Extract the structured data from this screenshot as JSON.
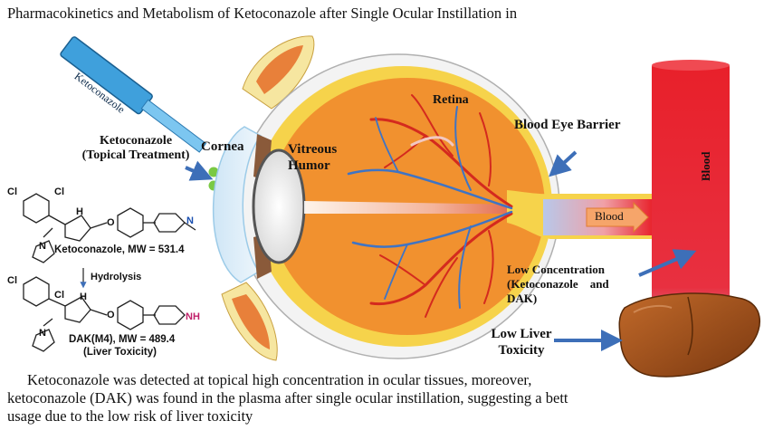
{
  "title": "Pharmacokinetics and Metabolism of Ketoconazole after Single Ocular Instillation in",
  "dropper": {
    "label": "Ketoconazole"
  },
  "labels": {
    "treatment_line1": "Ketoconazole",
    "treatment_line2": "(Topical Treatment)",
    "cornea": "Cornea",
    "vitreous_line1": "Vitreous",
    "vitreous_line2": "Humor",
    "retina": "Retina",
    "blood_eye_barrier": "Blood Eye Barrier",
    "blood_vessel_horizontal": "Blood",
    "blood_vessel_vertical": "Blood",
    "low_conc_line1": "Low Concentration",
    "low_conc_line2": "(Ketoconazole    and",
    "low_conc_line3": "DAK)",
    "low_liver_line1": "Low Liver",
    "low_liver_line2": "Toxicity"
  },
  "chemistry": {
    "ketoconazole": "Ketoconazole, MW = 531.4",
    "hydrolysis": "Hydrolysis",
    "dak_line1": "DAK(M4), MW = 489.4",
    "dak_line2": "(Liver Toxicity)",
    "atoms": {
      "cl": "Cl",
      "h": "H",
      "o": "O",
      "n": "N",
      "nh": "NH"
    }
  },
  "caption": {
    "line1": "Ketoconazole was detected at topical high concentration in ocular tissues, moreover,",
    "line2": "ketoconazole (DAK) was found in the plasma after single ocular instillation, suggesting a bett",
    "line3": "usage due to the low risk of liver toxicity"
  },
  "colors": {
    "sclera": "#f3f3f3",
    "eye_interior": "#f1912f",
    "retina_yellow": "#f6d34b",
    "artery": "#d42a1e",
    "vein": "#3f74c4",
    "blood": "#e8202a",
    "liver": "#a0521e",
    "arrow": "#3d6fb8",
    "dropper": "#3fa0dc"
  }
}
